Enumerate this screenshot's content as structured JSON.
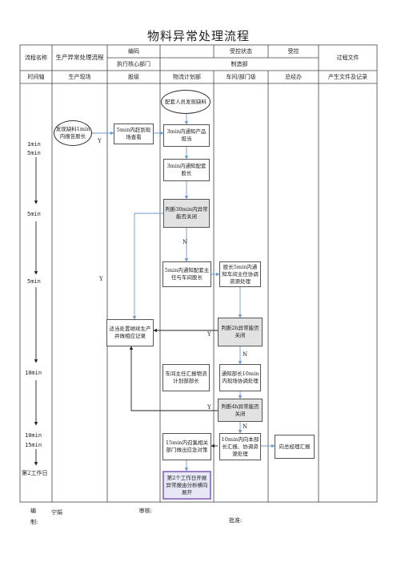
{
  "title": "物料异常处理流程",
  "header": {
    "process_name_label": "流程名称",
    "process_name_value": "生产异常处理流程",
    "code_label": "编码",
    "controlled_status_label": "受控状态",
    "controlled_value": "受控",
    "exec_dept_label": "执行核心部门",
    "exec_dept_value": "制造部",
    "process_docs_label": "过程文件"
  },
  "lanes": {
    "time_axis": "时间轴",
    "production_site": "生产现场",
    "shares": "股级",
    "logistics_planning": "物流计划部",
    "workshop_dept": "车间/部门级",
    "general_manager": "总经办",
    "docs_records": "产生文件及记录"
  },
  "time_labels": {
    "t1": "1min",
    "t2": "5min",
    "t3": "5min",
    "t4": "5min",
    "t5": "10min",
    "t6": "10min",
    "t7": "15min",
    "t8": "第2工作日"
  },
  "nodes": {
    "start_discover": "配套人员发现缺料",
    "report": "发现缺料1min内报告股长",
    "arrive": "5min内赶到现场查看",
    "notify_product": "3min内通知产品担当",
    "notify_supply": "3min内通知配套股长",
    "judge_30": "判断30min内异常能否关闭",
    "notify_sup_dir": "5min内通知配套主任与车间股长",
    "report_sup_chief": "股长5min内通知车间主任协调资源处理",
    "handle_line": "适当处置继续生产并做相应记录",
    "judge_2h": "判断2h异常能否关闭",
    "workshop_report": "车间主任汇报物流计划部部长",
    "notify_minister": "通知部长10min内现场协调处理",
    "judge_4h": "判断4h异常能否关闭",
    "meeting": "15min内召集相关部门做出应急对策",
    "report_gm": "10min内向本部长汇报、协调资源处理",
    "gm_report": "向总经理汇报",
    "next_day": "第2个工作日开展异常报由分析横向展开"
  },
  "edge_labels": {
    "y1": "Y",
    "n1": "N",
    "y2": "Y",
    "y3": "Y",
    "n2": "N",
    "y4": "Y",
    "n3": "N"
  },
  "footer": {
    "compiled_label": "编制:",
    "compiled_value": "宁娟",
    "reviewed_label": "审核:",
    "approved_label": "批准:"
  },
  "colors": {
    "arrow_blue": "#6a9bd1",
    "grid": "#444444",
    "shade": "#e2e2e2",
    "purple_border": "#9a7fc7"
  }
}
